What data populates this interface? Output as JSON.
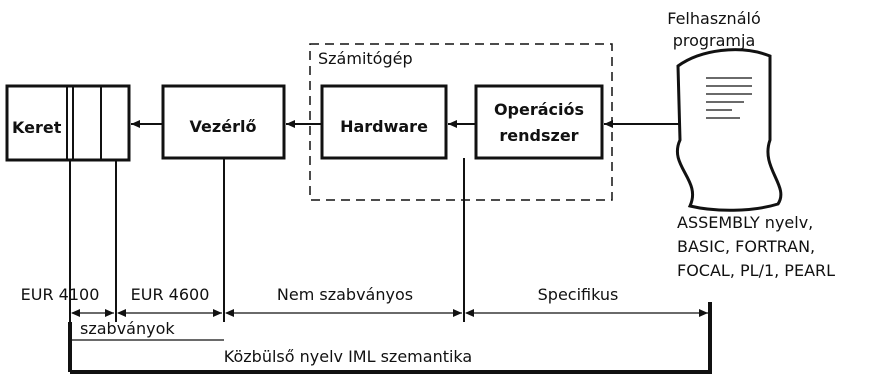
{
  "blocks": {
    "keret": "Keret",
    "vezerlo": "Vezérlő",
    "hardware": "Hardware",
    "os_line1": "Operációs",
    "os_line2": "rendszer"
  },
  "computer_group": "Számitógép",
  "user_program": {
    "line1": "Felhasználó",
    "line2": "programja"
  },
  "languages": {
    "line1": "ASSEMBLY nyelv,",
    "line2": "BASIC, FORTRAN,",
    "line3": "FOCAL, PL/1, PEARL"
  },
  "ranges": {
    "eur4100": "EUR 4100",
    "eur4600": "EUR 4600",
    "nem_szabvanyos": "Nem szabványos",
    "specifikus": "Specifikus",
    "szabvanyok": "szabványok"
  },
  "footer": "Közbülső nyelv IML szemantika"
}
